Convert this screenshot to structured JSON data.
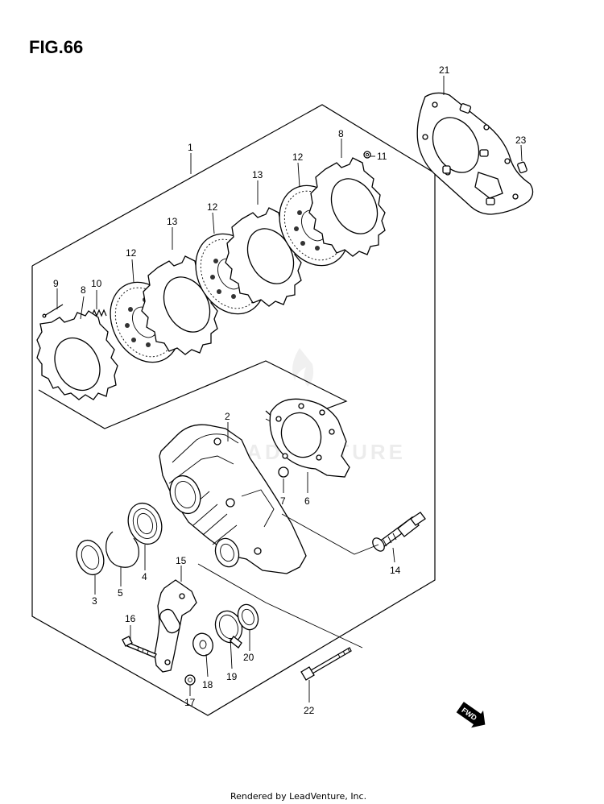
{
  "figure": {
    "title": "FIG.66"
  },
  "callouts": {
    "c1": "1",
    "c2": "2",
    "c3": "3",
    "c4": "4",
    "c5": "5",
    "c6": "6",
    "c7": "7",
    "c8a": "8",
    "c8b": "8",
    "c9": "9",
    "c10": "10",
    "c11": "11",
    "c12a": "12",
    "c12b": "12",
    "c12c": "12",
    "c13a": "13",
    "c13b": "13",
    "c14": "14",
    "c15": "15",
    "c16": "16",
    "c17": "17",
    "c18": "18",
    "c19": "19",
    "c20": "20",
    "c21": "21",
    "c22": "22",
    "c23": "23"
  },
  "fwd_marker": {
    "label": "FWD"
  },
  "watermark": {
    "text": "LEADVENTURE"
  },
  "footer": {
    "credit": "Rendered by LeadVenture, Inc."
  }
}
